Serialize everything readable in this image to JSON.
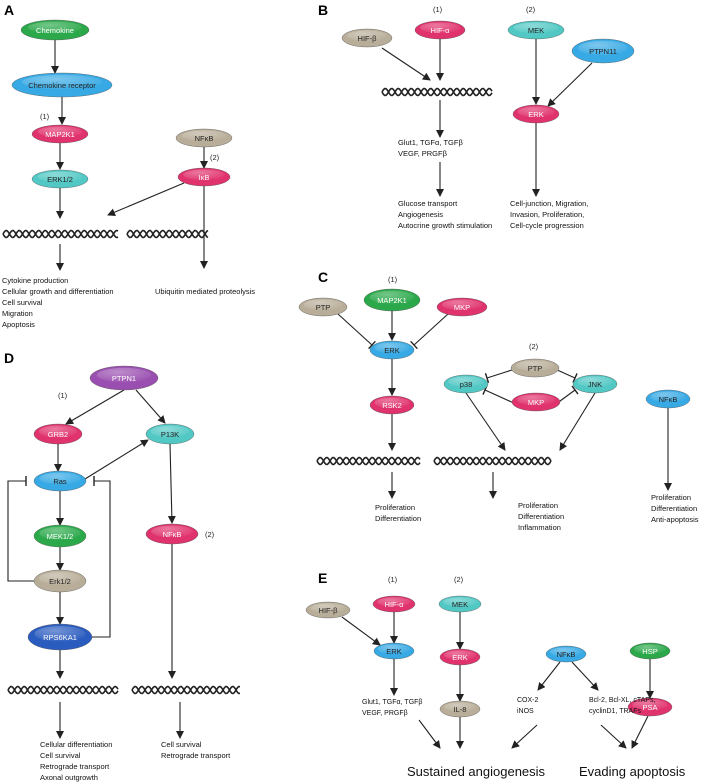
{
  "colors": {
    "green": "#2aa84a",
    "blue": "#37a9e4",
    "pink": "#e0326d",
    "tan": "#b8ad98",
    "teal": "#52c8c4",
    "purple": "#9a4fb0",
    "darkblue": "#2a5bbf",
    "dna": "#222222"
  },
  "panel_a": {
    "letter": "A",
    "num1": "(1)",
    "num2": "(2)",
    "nodes": {
      "chemokine": "Chemokine",
      "receptor": "Chemokine receptor",
      "map2k1": "MAP2K1",
      "erk12": "ERK1/2",
      "nfkb": "NFκB",
      "ikb": "IκB"
    },
    "out1": [
      "Cytokine production",
      "Cellular growth and differentiation",
      "Cell survival",
      "Migration",
      "Apoptosis"
    ],
    "out2": [
      "Ubiquitin mediated proteolysis"
    ]
  },
  "panel_b": {
    "letter": "B",
    "num1": "(1)",
    "num2": "(2)",
    "nodes": {
      "hifb": "HIF-β",
      "hifa": "HIF-α",
      "mek": "MEK",
      "ptpn11": "PTPN11",
      "erk": "ERK"
    },
    "genes": [
      "Glut1, TGFα,  TGFβ",
      "VEGF, PRGFβ"
    ],
    "out1": [
      "Glucose transport",
      "Angiogenesis",
      "Autocrine growth stimulation"
    ],
    "out2": [
      "Cell-junction, Migration,",
      "Invasion, Proliferation,",
      "Cell-cycle progression"
    ]
  },
  "panel_c": {
    "letter": "C",
    "num1": "(1)",
    "num2": "(2)",
    "nodes": {
      "ptp": "PTP",
      "map2k1": "MAP2K1",
      "mkp": "MKP",
      "erk": "ERK",
      "rsk2": "RSK2",
      "ptp2": "PTP",
      "p38": "p38",
      "jnk": "JNK",
      "mkp2": "MKP",
      "nfkb": "NFκB"
    },
    "out1": [
      "Proliferation",
      "Differentiation"
    ],
    "out2": [
      "Proliferation",
      "Differentiation",
      "Inflammation"
    ],
    "out3": [
      "Proliferation",
      "Differentiation",
      "Anti-apoptosis"
    ]
  },
  "panel_d": {
    "letter": "D",
    "num1": "(1)",
    "num2": "(2)",
    "nodes": {
      "ptpn1": "PTPN1",
      "grb2": "GRB2",
      "p13k": "P13K",
      "ras": "Ras",
      "mek12": "MEK1/2",
      "nfkb": "NFκB",
      "erk12": "Erk1/2",
      "rps6ka1": "RPS6KA1"
    },
    "out1": [
      "Cellular differentiation",
      "Cell survival",
      "Retrograde transport",
      "Axonal outgrowth"
    ],
    "out2": [
      "Cell survival",
      "Retrograde transport"
    ]
  },
  "panel_e": {
    "letter": "E",
    "num1": "(1)",
    "num2": "(2)",
    "nodes": {
      "hifb": "HIF-β",
      "hifa": "HIF-α",
      "mek": "MEK",
      "erk1": "ERK",
      "erk2": "ERK",
      "il8": "IL-8",
      "nfkb": "NFκB",
      "hsp": "HSP",
      "psa": "PSA"
    },
    "genes": [
      "Glut1, TGFα,  TGFβ",
      "VEGF, PRGFβ"
    ],
    "cox": [
      "COX-2",
      "iNOS"
    ],
    "bcl": [
      "Bcl-2, Bcl-XL, cTAPs,",
      "cyclinD1, TRAFs"
    ],
    "outcome1": "Sustained angiogenesis",
    "outcome2": "Evading apoptosis"
  }
}
